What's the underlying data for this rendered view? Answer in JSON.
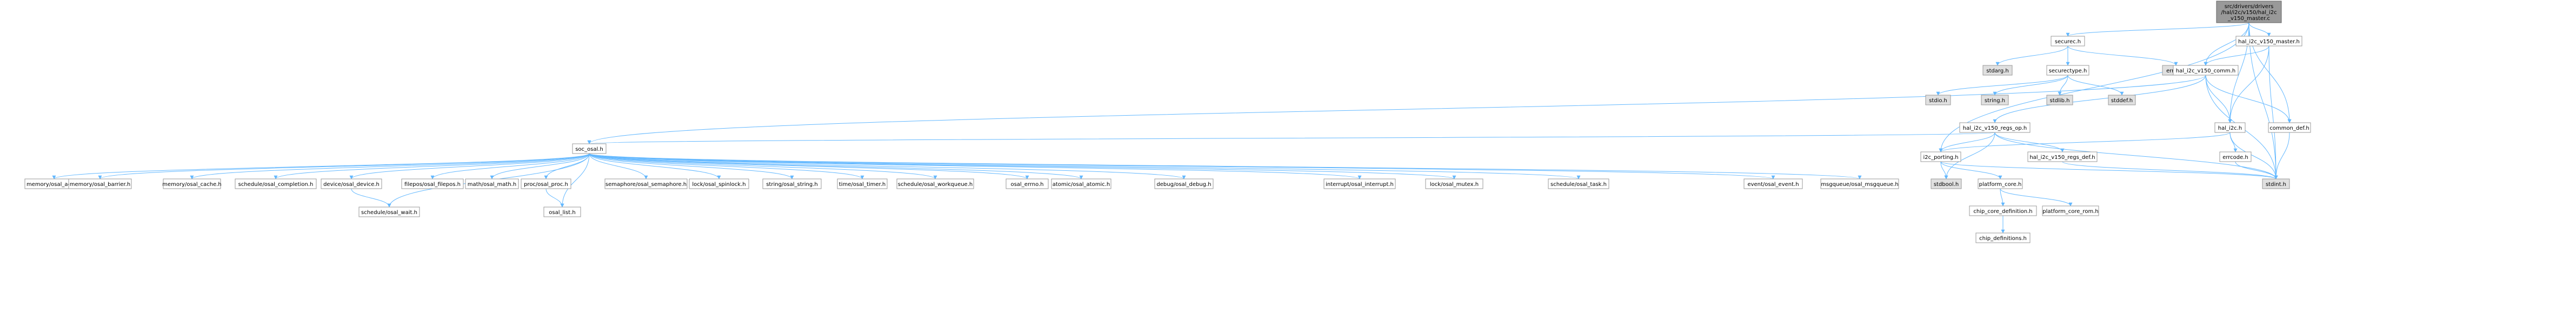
{
  "graph": {
    "nodes": [
      {
        "id": "root",
        "lines": [
          "src/drivers/drivers",
          "/hal/i2c/v150/hal_i2c",
          "_v150_master.c"
        ],
        "style": "root"
      },
      {
        "id": "securec",
        "lines": [
          "securec.h"
        ]
      },
      {
        "id": "hal_i2c_v150_master_h",
        "lines": [
          "hal_i2c_v150_master.h"
        ]
      },
      {
        "id": "stdarg",
        "lines": [
          "stdarg.h"
        ],
        "style": "ext"
      },
      {
        "id": "securectype",
        "lines": [
          "securectype.h"
        ]
      },
      {
        "id": "errno",
        "lines": [
          "errno.h"
        ],
        "style": "ext"
      },
      {
        "id": "hal_i2c_v150_comm",
        "lines": [
          "hal_i2c_v150_comm.h"
        ]
      },
      {
        "id": "stdio",
        "lines": [
          "stdio.h"
        ],
        "style": "ext"
      },
      {
        "id": "string",
        "lines": [
          "string.h"
        ],
        "style": "ext"
      },
      {
        "id": "stdlib",
        "lines": [
          "stdlib.h"
        ],
        "style": "ext"
      },
      {
        "id": "stddef",
        "lines": [
          "stddef.h"
        ],
        "style": "ext"
      },
      {
        "id": "regs_op",
        "lines": [
          "hal_i2c_v150_regs_op.h"
        ]
      },
      {
        "id": "hal_i2c",
        "lines": [
          "hal_i2c.h"
        ]
      },
      {
        "id": "common_def",
        "lines": [
          "common_def.h"
        ]
      },
      {
        "id": "soc_osal",
        "lines": [
          "soc_osal.h"
        ]
      },
      {
        "id": "i2c_porting",
        "lines": [
          "i2c_porting.h"
        ]
      },
      {
        "id": "regs_def",
        "lines": [
          "hal_i2c_v150_regs_def.h"
        ]
      },
      {
        "id": "errcode",
        "lines": [
          "errcode.h"
        ]
      },
      {
        "id": "stdint",
        "lines": [
          "stdint.h"
        ],
        "style": "ext"
      },
      {
        "id": "stdbool",
        "lines": [
          "stdbool.h"
        ],
        "style": "ext"
      },
      {
        "id": "platform_core",
        "lines": [
          "platform_core.h"
        ]
      },
      {
        "id": "chip_core_def",
        "lines": [
          "chip_core_definition.h"
        ]
      },
      {
        "id": "platform_core_rom",
        "lines": [
          "platform_core_rom.h"
        ]
      },
      {
        "id": "chip_definitions",
        "lines": [
          "chip_definitions.h"
        ]
      },
      {
        "id": "osal_addr",
        "lines": [
          "memory/osal_addr.h"
        ]
      },
      {
        "id": "osal_barrier",
        "lines": [
          "memory/osal_barrier.h"
        ]
      },
      {
        "id": "osal_cache",
        "lines": [
          "memory/osal_cache.h"
        ]
      },
      {
        "id": "osal_completion",
        "lines": [
          "schedule/osal_completion.h"
        ]
      },
      {
        "id": "osal_device",
        "lines": [
          "device/osal_device.h"
        ]
      },
      {
        "id": "osal_wait",
        "lines": [
          "schedule/osal_wait.h"
        ]
      },
      {
        "id": "osal_filepos",
        "lines": [
          "filepos/osal_filepos.h"
        ]
      },
      {
        "id": "osal_math",
        "lines": [
          "math/osal_math.h"
        ]
      },
      {
        "id": "osal_proc",
        "lines": [
          "proc/osal_proc.h"
        ]
      },
      {
        "id": "osal_list",
        "lines": [
          "osal_list.h"
        ]
      },
      {
        "id": "osal_semaphore",
        "lines": [
          "semaphore/osal_semaphore.h"
        ]
      },
      {
        "id": "osal_spinlock",
        "lines": [
          "lock/osal_spinlock.h"
        ]
      },
      {
        "id": "osal_string",
        "lines": [
          "string/osal_string.h"
        ]
      },
      {
        "id": "osal_timer",
        "lines": [
          "time/osal_timer.h"
        ]
      },
      {
        "id": "osal_workqueue",
        "lines": [
          "schedule/osal_workqueue.h"
        ]
      },
      {
        "id": "osal_errno",
        "lines": [
          "osal_errno.h"
        ]
      },
      {
        "id": "osal_atomic",
        "lines": [
          "atomic/osal_atomic.h"
        ]
      },
      {
        "id": "osal_debug",
        "lines": [
          "debug/osal_debug.h"
        ]
      },
      {
        "id": "osal_interrupt",
        "lines": [
          "interrupt/osal_interrupt.h"
        ]
      },
      {
        "id": "osal_mutex",
        "lines": [
          "lock/osal_mutex.h"
        ]
      },
      {
        "id": "osal_task",
        "lines": [
          "schedule/osal_task.h"
        ]
      },
      {
        "id": "osal_event",
        "lines": [
          "event/osal_event.h"
        ]
      },
      {
        "id": "osal_msgqueue",
        "lines": [
          "msgqueue/osal_msgqueue.h"
        ]
      }
    ],
    "edges": [
      [
        "root",
        "securec"
      ],
      [
        "root",
        "hal_i2c_v150_master_h"
      ],
      [
        "root",
        "hal_i2c_v150_comm"
      ],
      [
        "root",
        "hal_i2c"
      ],
      [
        "root",
        "common_def"
      ],
      [
        "root",
        "i2c_porting"
      ],
      [
        "root",
        "stdint"
      ],
      [
        "securec",
        "stdarg"
      ],
      [
        "securec",
        "securectype"
      ],
      [
        "securec",
        "errno"
      ],
      [
        "securectype",
        "stdio"
      ],
      [
        "securectype",
        "string"
      ],
      [
        "securectype",
        "stdlib"
      ],
      [
        "securectype",
        "stddef"
      ],
      [
        "hal_i2c_v150_master_h",
        "hal_i2c_v150_comm"
      ],
      [
        "hal_i2c_v150_master_h",
        "hal_i2c"
      ],
      [
        "hal_i2c_v150_master_h",
        "stdint"
      ],
      [
        "hal_i2c_v150_comm",
        "regs_op"
      ],
      [
        "hal_i2c_v150_comm",
        "hal_i2c"
      ],
      [
        "hal_i2c_v150_comm",
        "common_def"
      ],
      [
        "hal_i2c_v150_comm",
        "soc_osal"
      ],
      [
        "hal_i2c_v150_comm",
        "stdint"
      ],
      [
        "regs_op",
        "soc_osal"
      ],
      [
        "regs_op",
        "i2c_porting"
      ],
      [
        "regs_op",
        "regs_def"
      ],
      [
        "regs_op",
        "stdbool"
      ],
      [
        "regs_op",
        "stdint"
      ],
      [
        "hal_i2c",
        "errcode"
      ],
      [
        "hal_i2c",
        "i2c_porting"
      ],
      [
        "hal_i2c",
        "stdint"
      ],
      [
        "common_def",
        "stdint"
      ],
      [
        "errcode",
        "stdint"
      ],
      [
        "regs_def",
        "stdint"
      ],
      [
        "i2c_porting",
        "stdint"
      ],
      [
        "i2c_porting",
        "stdbool"
      ],
      [
        "i2c_porting",
        "platform_core"
      ],
      [
        "platform_core",
        "chip_core_def"
      ],
      [
        "platform_core",
        "platform_core_rom"
      ],
      [
        "chip_core_def",
        "chip_definitions"
      ],
      [
        "soc_osal",
        "osal_addr"
      ],
      [
        "soc_osal",
        "osal_barrier"
      ],
      [
        "soc_osal",
        "osal_cache"
      ],
      [
        "soc_osal",
        "osal_completion"
      ],
      [
        "soc_osal",
        "osal_device"
      ],
      [
        "soc_osal",
        "osal_wait"
      ],
      [
        "soc_osal",
        "osal_filepos"
      ],
      [
        "soc_osal",
        "osal_math"
      ],
      [
        "soc_osal",
        "osal_proc"
      ],
      [
        "soc_osal",
        "osal_list"
      ],
      [
        "soc_osal",
        "osal_semaphore"
      ],
      [
        "soc_osal",
        "osal_spinlock"
      ],
      [
        "soc_osal",
        "osal_string"
      ],
      [
        "soc_osal",
        "osal_timer"
      ],
      [
        "soc_osal",
        "osal_workqueue"
      ],
      [
        "soc_osal",
        "osal_errno"
      ],
      [
        "soc_osal",
        "osal_atomic"
      ],
      [
        "soc_osal",
        "osal_debug"
      ],
      [
        "soc_osal",
        "osal_interrupt"
      ],
      [
        "soc_osal",
        "osal_mutex"
      ],
      [
        "soc_osal",
        "osal_task"
      ],
      [
        "soc_osal",
        "osal_event"
      ],
      [
        "soc_osal",
        "osal_msgqueue"
      ],
      [
        "osal_device",
        "osal_wait"
      ],
      [
        "osal_proc",
        "osal_list"
      ]
    ]
  }
}
